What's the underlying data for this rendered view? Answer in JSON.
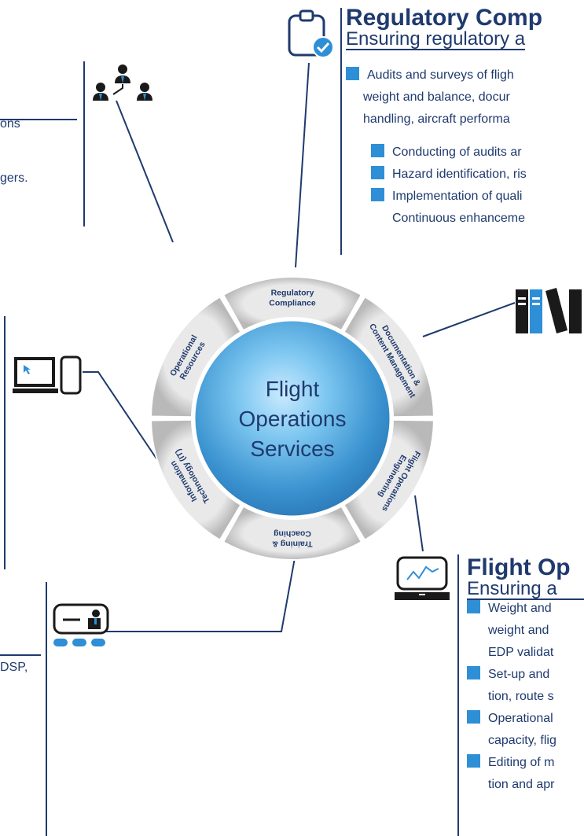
{
  "hub": {
    "title_lines": [
      "Flight",
      "Operations",
      "Services"
    ],
    "segments": [
      {
        "id": "regulatory",
        "lines": [
          "Regulatory",
          "Compliance"
        ]
      },
      {
        "id": "documentation",
        "lines": [
          "Documentation &",
          "Content Management"
        ]
      },
      {
        "id": "engineering",
        "lines": [
          "Flight Operations",
          "Engineering"
        ]
      },
      {
        "id": "training",
        "lines": [
          "Training &",
          "Coaching"
        ]
      },
      {
        "id": "it",
        "lines": [
          "Information",
          "Technology (IT)"
        ]
      },
      {
        "id": "resources",
        "lines": [
          "Operational",
          "Resources"
        ]
      }
    ]
  },
  "regulatory": {
    "title": "Regulatory Comp",
    "subtitle": "Ensuring regulatory a",
    "main_lines": [
      "Audits and surveys of fligh",
      "weight and balance, docur",
      "handling, aircraft performa"
    ],
    "bullets": [
      {
        "lines": [
          "Conducting of audits ar"
        ]
      },
      {
        "lines": [
          "Hazard identification, ris"
        ]
      },
      {
        "lines": [
          "Implementation of quali",
          "Continuous enhanceme"
        ]
      }
    ]
  },
  "resources_fragment": {
    "lines": [
      "ons",
      "gers."
    ]
  },
  "training_fragment": {
    "lines": [
      "DSP,"
    ]
  },
  "engineering": {
    "title": "Flight Op",
    "subtitle": "Ensuring a",
    "bullets": [
      {
        "lines": [
          "Weight and",
          "weight and",
          "EDP validat"
        ]
      },
      {
        "lines": [
          "Set-up and",
          "tion, route s"
        ]
      },
      {
        "lines": [
          "Operational",
          "capacity, flig"
        ]
      },
      {
        "lines": [
          "Editing of m",
          "tion and apr"
        ]
      }
    ]
  },
  "icons": {
    "regulatory": "clipboard-check-icon",
    "resources": "team-hierarchy-icon",
    "documentation": "binders-icon",
    "it": "laptop-phone-icon",
    "training": "presentation-audience-icon",
    "engineering": "laptop-chart-icon"
  },
  "colors": {
    "text": "#1f3a6e",
    "accent": "#2e8fd6",
    "ring": "#c9c9c9",
    "hub": "#5aaee0"
  }
}
